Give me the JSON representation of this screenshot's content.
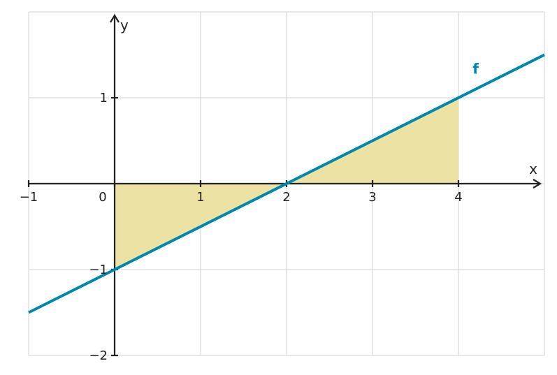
{
  "chart_data": {
    "type": "line",
    "title": "",
    "xlabel": "x",
    "ylabel": "y",
    "xlim": [
      -1,
      5
    ],
    "ylim": [
      -2,
      2
    ],
    "grid": true,
    "x_ticks": [
      -1,
      0,
      1,
      2,
      3,
      4
    ],
    "x_tick_labels": [
      "−1",
      "0",
      "1",
      "2",
      "3",
      "4"
    ],
    "y_ticks": [
      -2,
      -1,
      1
    ],
    "y_tick_labels": [
      "−2",
      "−1",
      "1"
    ],
    "series": [
      {
        "name": "f",
        "x": [
          -1,
          5
        ],
        "y": [
          -1.5,
          1.5
        ],
        "color": "#0087b0"
      }
    ],
    "shaded_regions": [
      {
        "x": [
          0,
          2
        ],
        "between": [
          "f",
          "x-axis"
        ],
        "color": "#ece2a4"
      },
      {
        "x": [
          2,
          4
        ],
        "between": [
          "f",
          "x-axis"
        ],
        "color": "#ece2a4"
      }
    ]
  },
  "colors": {
    "axis": "#222222",
    "grid": "#d9d9d9",
    "line": "#0087b0",
    "fill": "#ece2a4"
  }
}
